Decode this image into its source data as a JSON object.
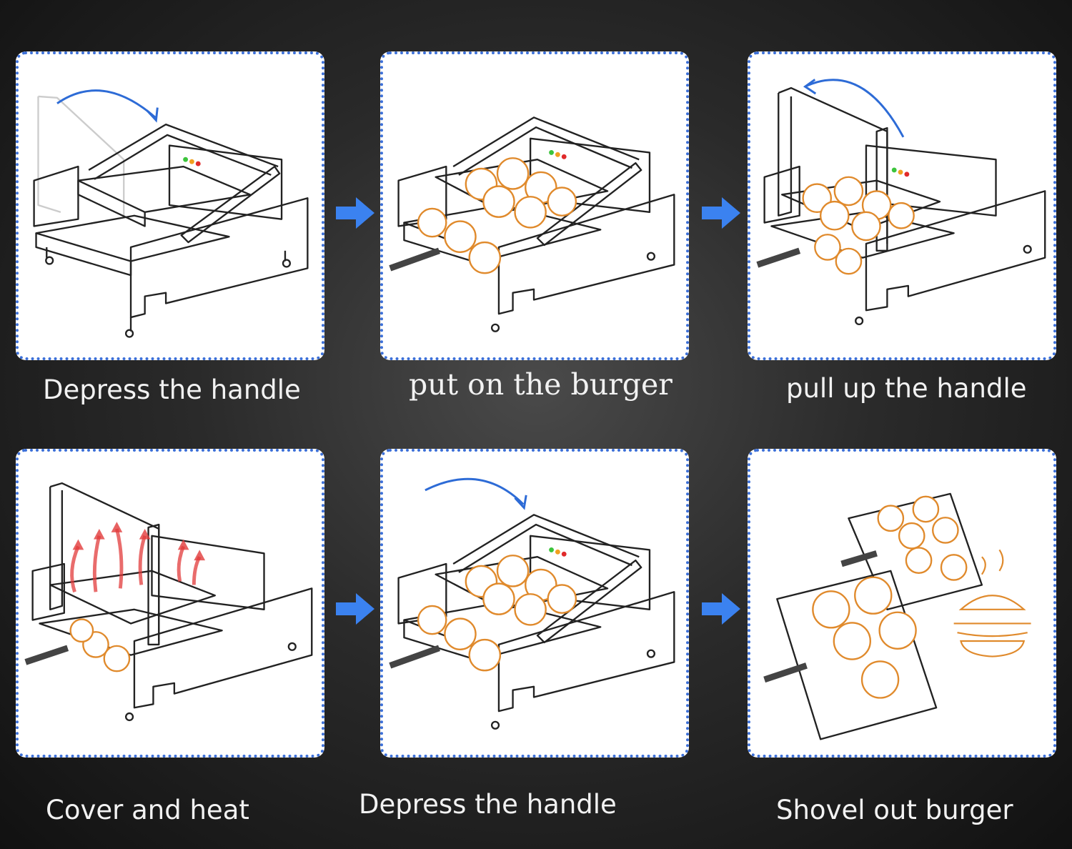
{
  "steps": [
    {
      "caption": "Depress the handle"
    },
    {
      "caption": "put on the burger"
    },
    {
      "caption": "pull up the handle"
    },
    {
      "caption": "Cover and heat"
    },
    {
      "caption": "Depress the handle"
    },
    {
      "caption": "Shovel out burger"
    }
  ],
  "colors": {
    "panel_border": "#3b6fd8",
    "step_arrow": "#3b82f0",
    "motion_arrow": "#2d6bd6",
    "bun_outline": "#e08a2c",
    "heat": "#e23b3b",
    "light_green": "#3cc43c",
    "light_orange": "#f0a020",
    "light_red": "#e02a2a"
  },
  "icons": [
    "right-arrow-icon",
    "curved-arrow-icon",
    "heat-arrows-icon",
    "burger-icon"
  ]
}
